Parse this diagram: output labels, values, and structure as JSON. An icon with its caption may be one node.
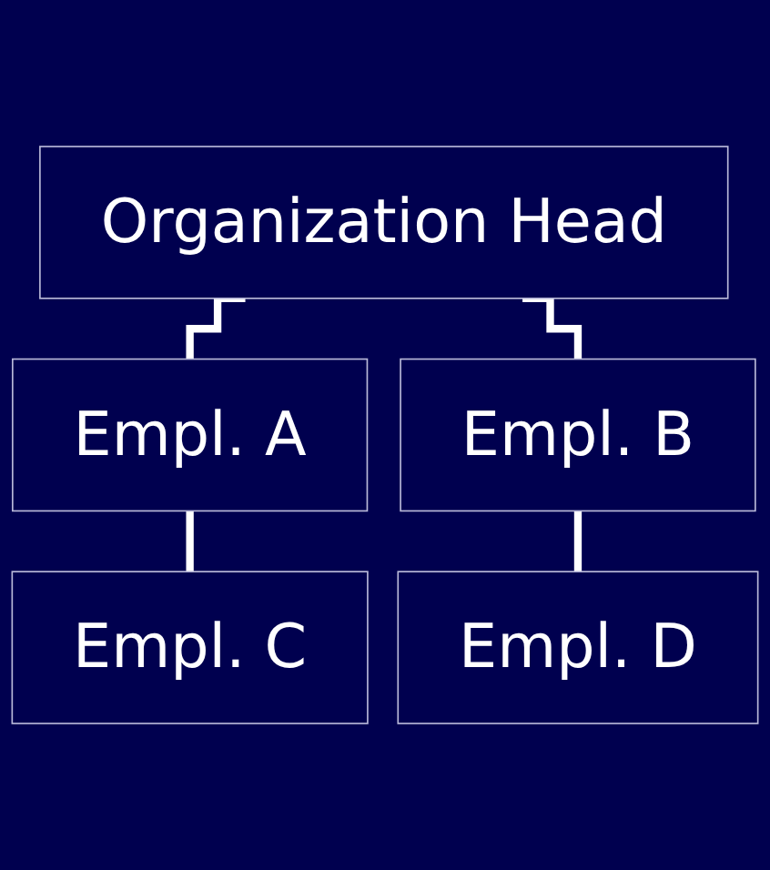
{
  "diagram": {
    "nodes": [
      {
        "text": [
          "Organization Head"
        ]
      },
      {
        "text": [
          "Empl. A"
        ]
      },
      {
        "text": [
          "Empl. B"
        ]
      },
      {
        "text": [
          "Empl. C"
        ]
      },
      {
        "text": [
          "Empl. D"
        ]
      }
    ],
    "edges": [
      {
        "from": 0,
        "to": 1,
        "arrow": "none"
      },
      {
        "from": 0,
        "to": 2,
        "arrow": "none"
      },
      {
        "from": 1,
        "to": 3,
        "arrow": "none"
      },
      {
        "from": 2,
        "to": 4,
        "arrow": "none"
      }
    ]
  }
}
